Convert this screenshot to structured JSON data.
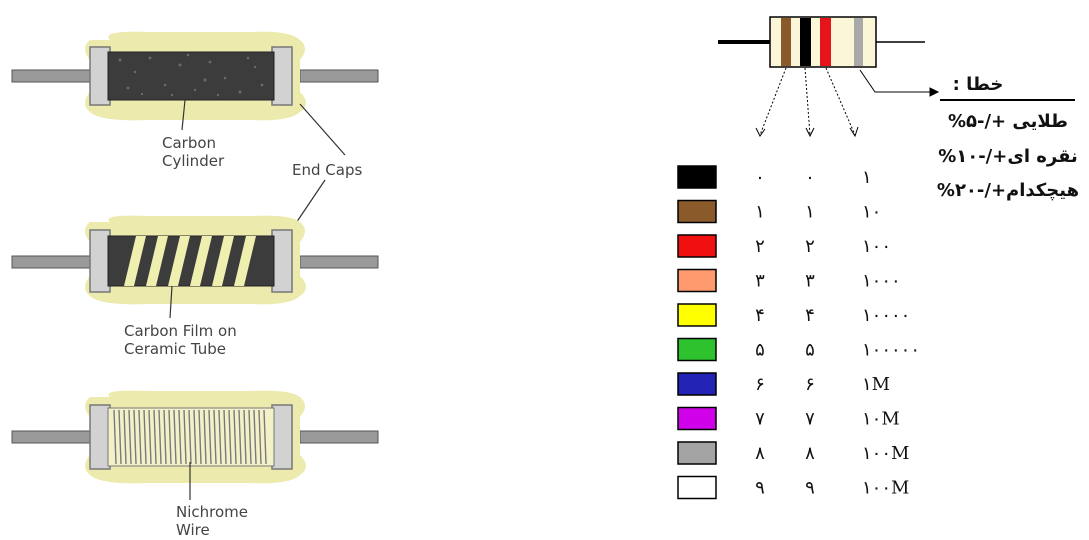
{
  "left_diagram": {
    "labels": {
      "carbon_cylinder": [
        "Carbon",
        "Cylinder"
      ],
      "end_caps": "End Caps",
      "carbon_film": [
        "Carbon Film on",
        "Ceramic Tube"
      ],
      "nichrome_wire": [
        "Nichrome",
        "Wire"
      ]
    },
    "colors": {
      "body_glow": "#ecebad",
      "lead": "#9a9a9a",
      "cap_fill": "#d2d2d2",
      "carbon_fill": "#3c3c3c",
      "film_stripe": "#efefb0",
      "wire_fill": "#f3f1c8"
    }
  },
  "color_code": {
    "band_colors": [
      "#8b5a2b",
      "#000000",
      "#e8141c",
      "#a9a9a9"
    ],
    "tolerance": {
      "title": "خطا :",
      "lines": [
        "%۵-/+ طلایی",
        "%۱۰-/+نقره ای",
        "%۲۰-/+هیچکدام"
      ]
    },
    "rows": [
      {
        "color": "#000000",
        "d1": "۰",
        "d2": "۰",
        "mult": "۱"
      },
      {
        "color": "#8b5a2b",
        "d1": "۱",
        "d2": "۱",
        "mult": "۱۰"
      },
      {
        "color": "#f01010",
        "d1": "۲",
        "d2": "۲",
        "mult": "۱۰۰"
      },
      {
        "color": "#ff9a6e",
        "d1": "۳",
        "d2": "۳",
        "mult": "۱۰۰۰"
      },
      {
        "color": "#ffff00",
        "d1": "۴",
        "d2": "۴",
        "mult": "۱۰۰۰۰"
      },
      {
        "color": "#2ec22e",
        "d1": "۵",
        "d2": "۵",
        "mult": "۱۰۰۰۰۰"
      },
      {
        "color": "#2222b4",
        "d1": "۶",
        "d2": "۶",
        "mult": "۱M"
      },
      {
        "color": "#d000e8",
        "d1": "۷",
        "d2": "۷",
        "mult": "۱۰M"
      },
      {
        "color": "#a4a4a4",
        "d1": "۸",
        "d2": "۸",
        "mult": "۱۰۰M"
      },
      {
        "color": "#ffffff",
        "d1": "۹",
        "d2": "۹",
        "mult": "۱۰۰M"
      }
    ]
  }
}
